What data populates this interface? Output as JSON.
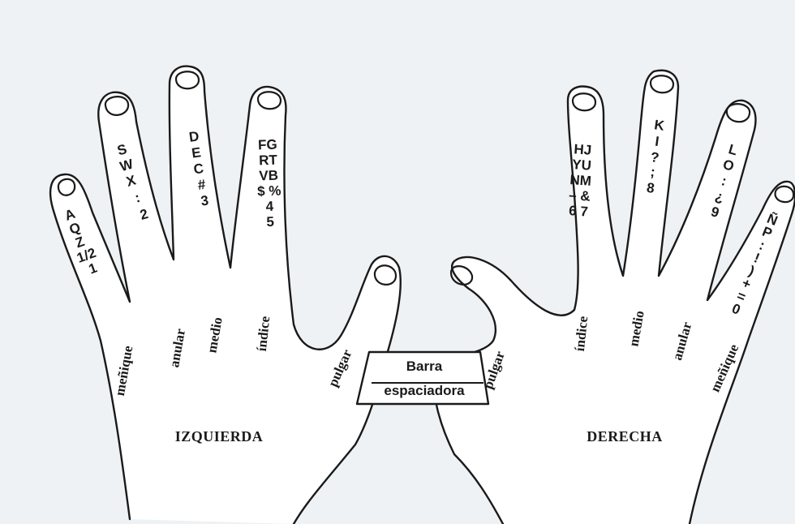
{
  "left_hand": {
    "name": "IZQUIERDA",
    "fingers": {
      "menique": {
        "label": "meñique",
        "keys": [
          "A",
          "Q",
          "Z",
          "1/2",
          "1"
        ]
      },
      "anular": {
        "label": "anular",
        "keys": [
          "S",
          "W",
          "X",
          ":",
          "2"
        ]
      },
      "medio": {
        "label": "medio",
        "keys": [
          "D",
          "E",
          "C",
          "#",
          "3"
        ]
      },
      "indice": {
        "label": "índice",
        "keys": [
          "FG",
          "RT",
          "VB",
          "$ %",
          "4",
          "5"
        ]
      },
      "pulgar": {
        "label": "pulgar"
      }
    }
  },
  "right_hand": {
    "name": "DERECHA",
    "fingers": {
      "pulgar": {
        "label": "pulgar"
      },
      "indice": {
        "label": "índice",
        "keys": [
          "HJ",
          "YU",
          "NM",
          "– &",
          "6 7"
        ]
      },
      "medio": {
        "label": "medio",
        "keys": [
          "K",
          "I",
          "?",
          ";",
          "8"
        ]
      },
      "anular": {
        "label": "anular",
        "keys": [
          "L",
          "O",
          ":",
          "¿",
          "9"
        ]
      },
      "menique": {
        "label": "meñique",
        "keys": [
          "Ñ",
          "P",
          ":",
          "!",
          ")",
          "+",
          "=",
          "0"
        ]
      }
    }
  },
  "spacebar": {
    "line1": "Barra",
    "line2": "espaciadora"
  }
}
